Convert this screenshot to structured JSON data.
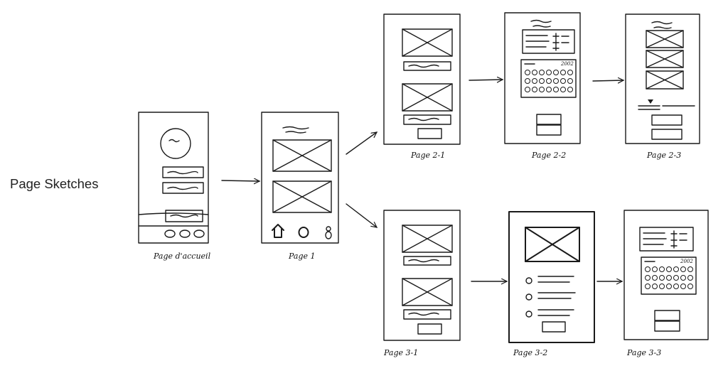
{
  "title": "Page Sketches",
  "labels": {
    "accueil": "Page d'accueil",
    "p1": "Page 1",
    "p21": "Page 2-1",
    "p22": "Page 2-2",
    "p23": "Page 2-3",
    "p31": "Page 3-1",
    "p32": "Page 3-2",
    "p33": "Page 3-3"
  },
  "calendar_year": "2002"
}
